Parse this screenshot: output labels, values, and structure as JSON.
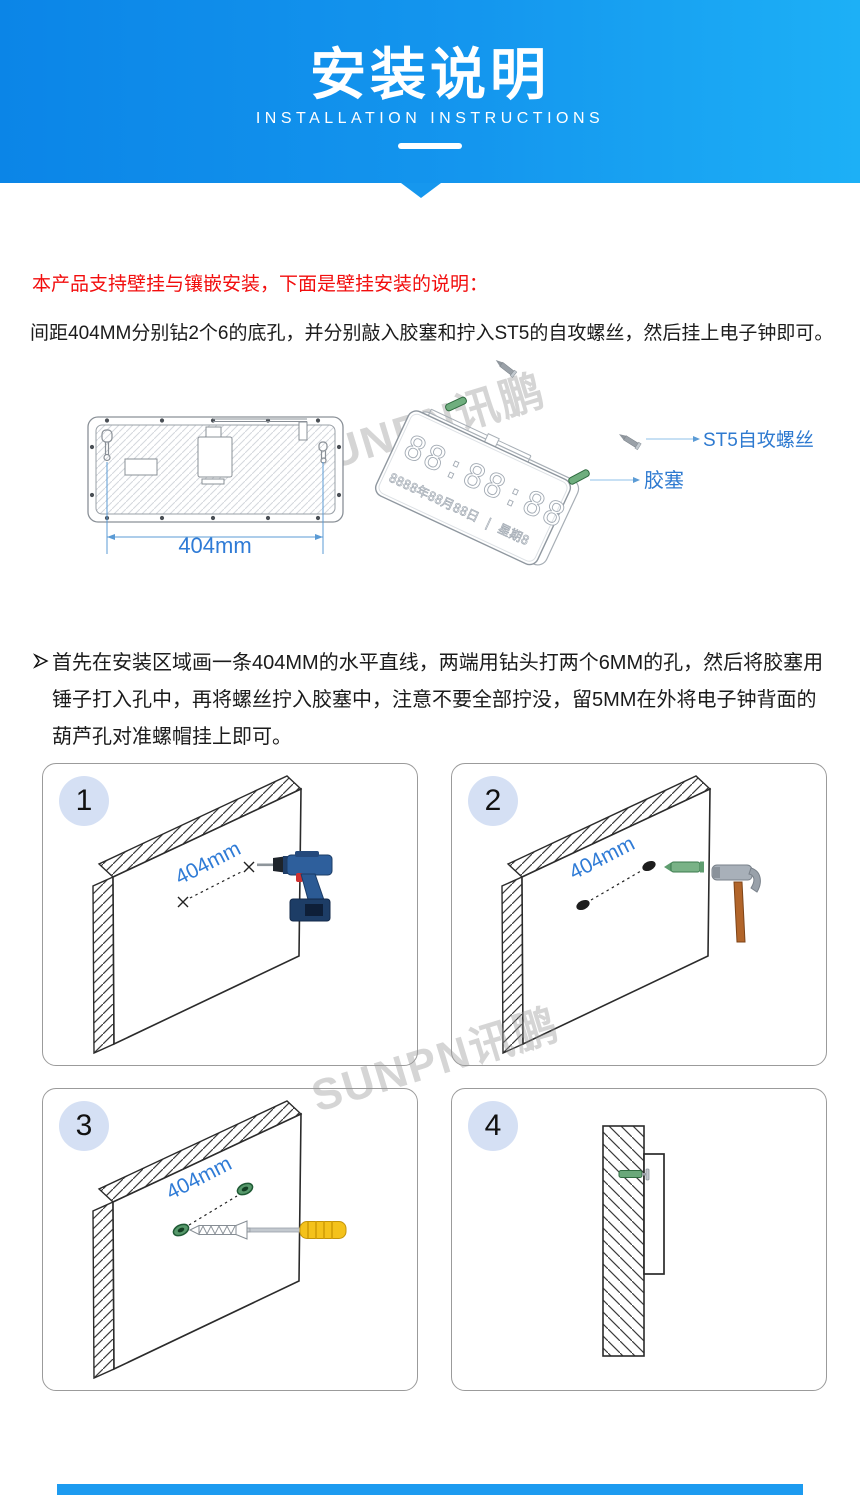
{
  "header": {
    "title": "安装说明",
    "subtitle": "INSTALLATION INSTRUCTIONS",
    "gradient_left": "#0b85e7",
    "gradient_right": "#1db0f6"
  },
  "notes": {
    "support": "本产品支持壁挂与镶嵌安装，下面是壁挂安装的说明：",
    "support_color": "#f20d0d",
    "pilot": "间距404MM分别钻2个6的底孔，并分别敲入胶塞和拧入ST5的自攻螺丝，然后挂上电子钟即可。"
  },
  "diagram": {
    "dimension": "404mm",
    "screw_label": "ST5自攻螺丝",
    "plug_label": "胶塞",
    "clock_time": "88:88:88",
    "clock_date": "8888年88月88日 | 星期8",
    "label_color": "#2e7ad0",
    "dimension_color": "#2f7bd6"
  },
  "instruction": {
    "text": "首先在安装区域画一条404MM的水平直线，两端用钻头打两个6MM的孔，然后将胶塞用锤子打入孔中，再将螺丝拧入胶塞中，注意不要全部拧没，留5MM在外将电子钟背面的葫芦孔对准螺帽挂上即可。"
  },
  "steps": [
    {
      "number": "1",
      "dimension": "404mm"
    },
    {
      "number": "2",
      "dimension": "404mm"
    },
    {
      "number": "3",
      "dimension": "404mm"
    },
    {
      "number": "4",
      "dimension": ""
    }
  ],
  "watermark": {
    "text": "SUNPN讯鹏"
  },
  "footer": {
    "bar_color": "#1d9bf0"
  }
}
